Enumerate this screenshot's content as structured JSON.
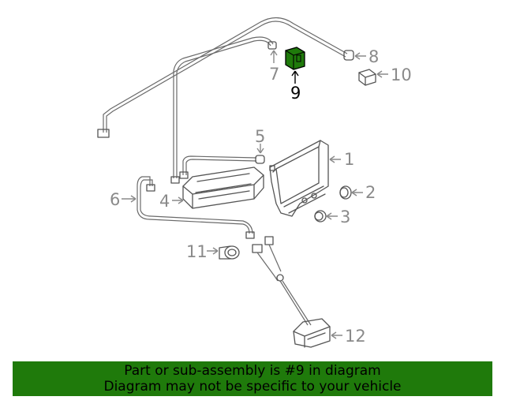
{
  "diagram": {
    "callouts": [
      {
        "id": "1",
        "label": "1"
      },
      {
        "id": "2",
        "label": "2"
      },
      {
        "id": "3",
        "label": "3"
      },
      {
        "id": "4",
        "label": "4"
      },
      {
        "id": "5",
        "label": "5"
      },
      {
        "id": "6",
        "label": "6"
      },
      {
        "id": "7",
        "label": "7"
      },
      {
        "id": "8",
        "label": "8"
      },
      {
        "id": "9",
        "label": "9"
      },
      {
        "id": "10",
        "label": "10"
      },
      {
        "id": "11",
        "label": "11"
      },
      {
        "id": "12",
        "label": "12"
      }
    ],
    "highlighted_part": "9",
    "colors": {
      "highlight_part": "#1f7a0b",
      "banner_bg": "#1f7a0b",
      "callout_gray": "#8a8a8a"
    }
  },
  "banner": {
    "line1": "Part or sub-assembly is #9 in diagram",
    "line2": "Diagram may not be specific to your vehicle"
  }
}
